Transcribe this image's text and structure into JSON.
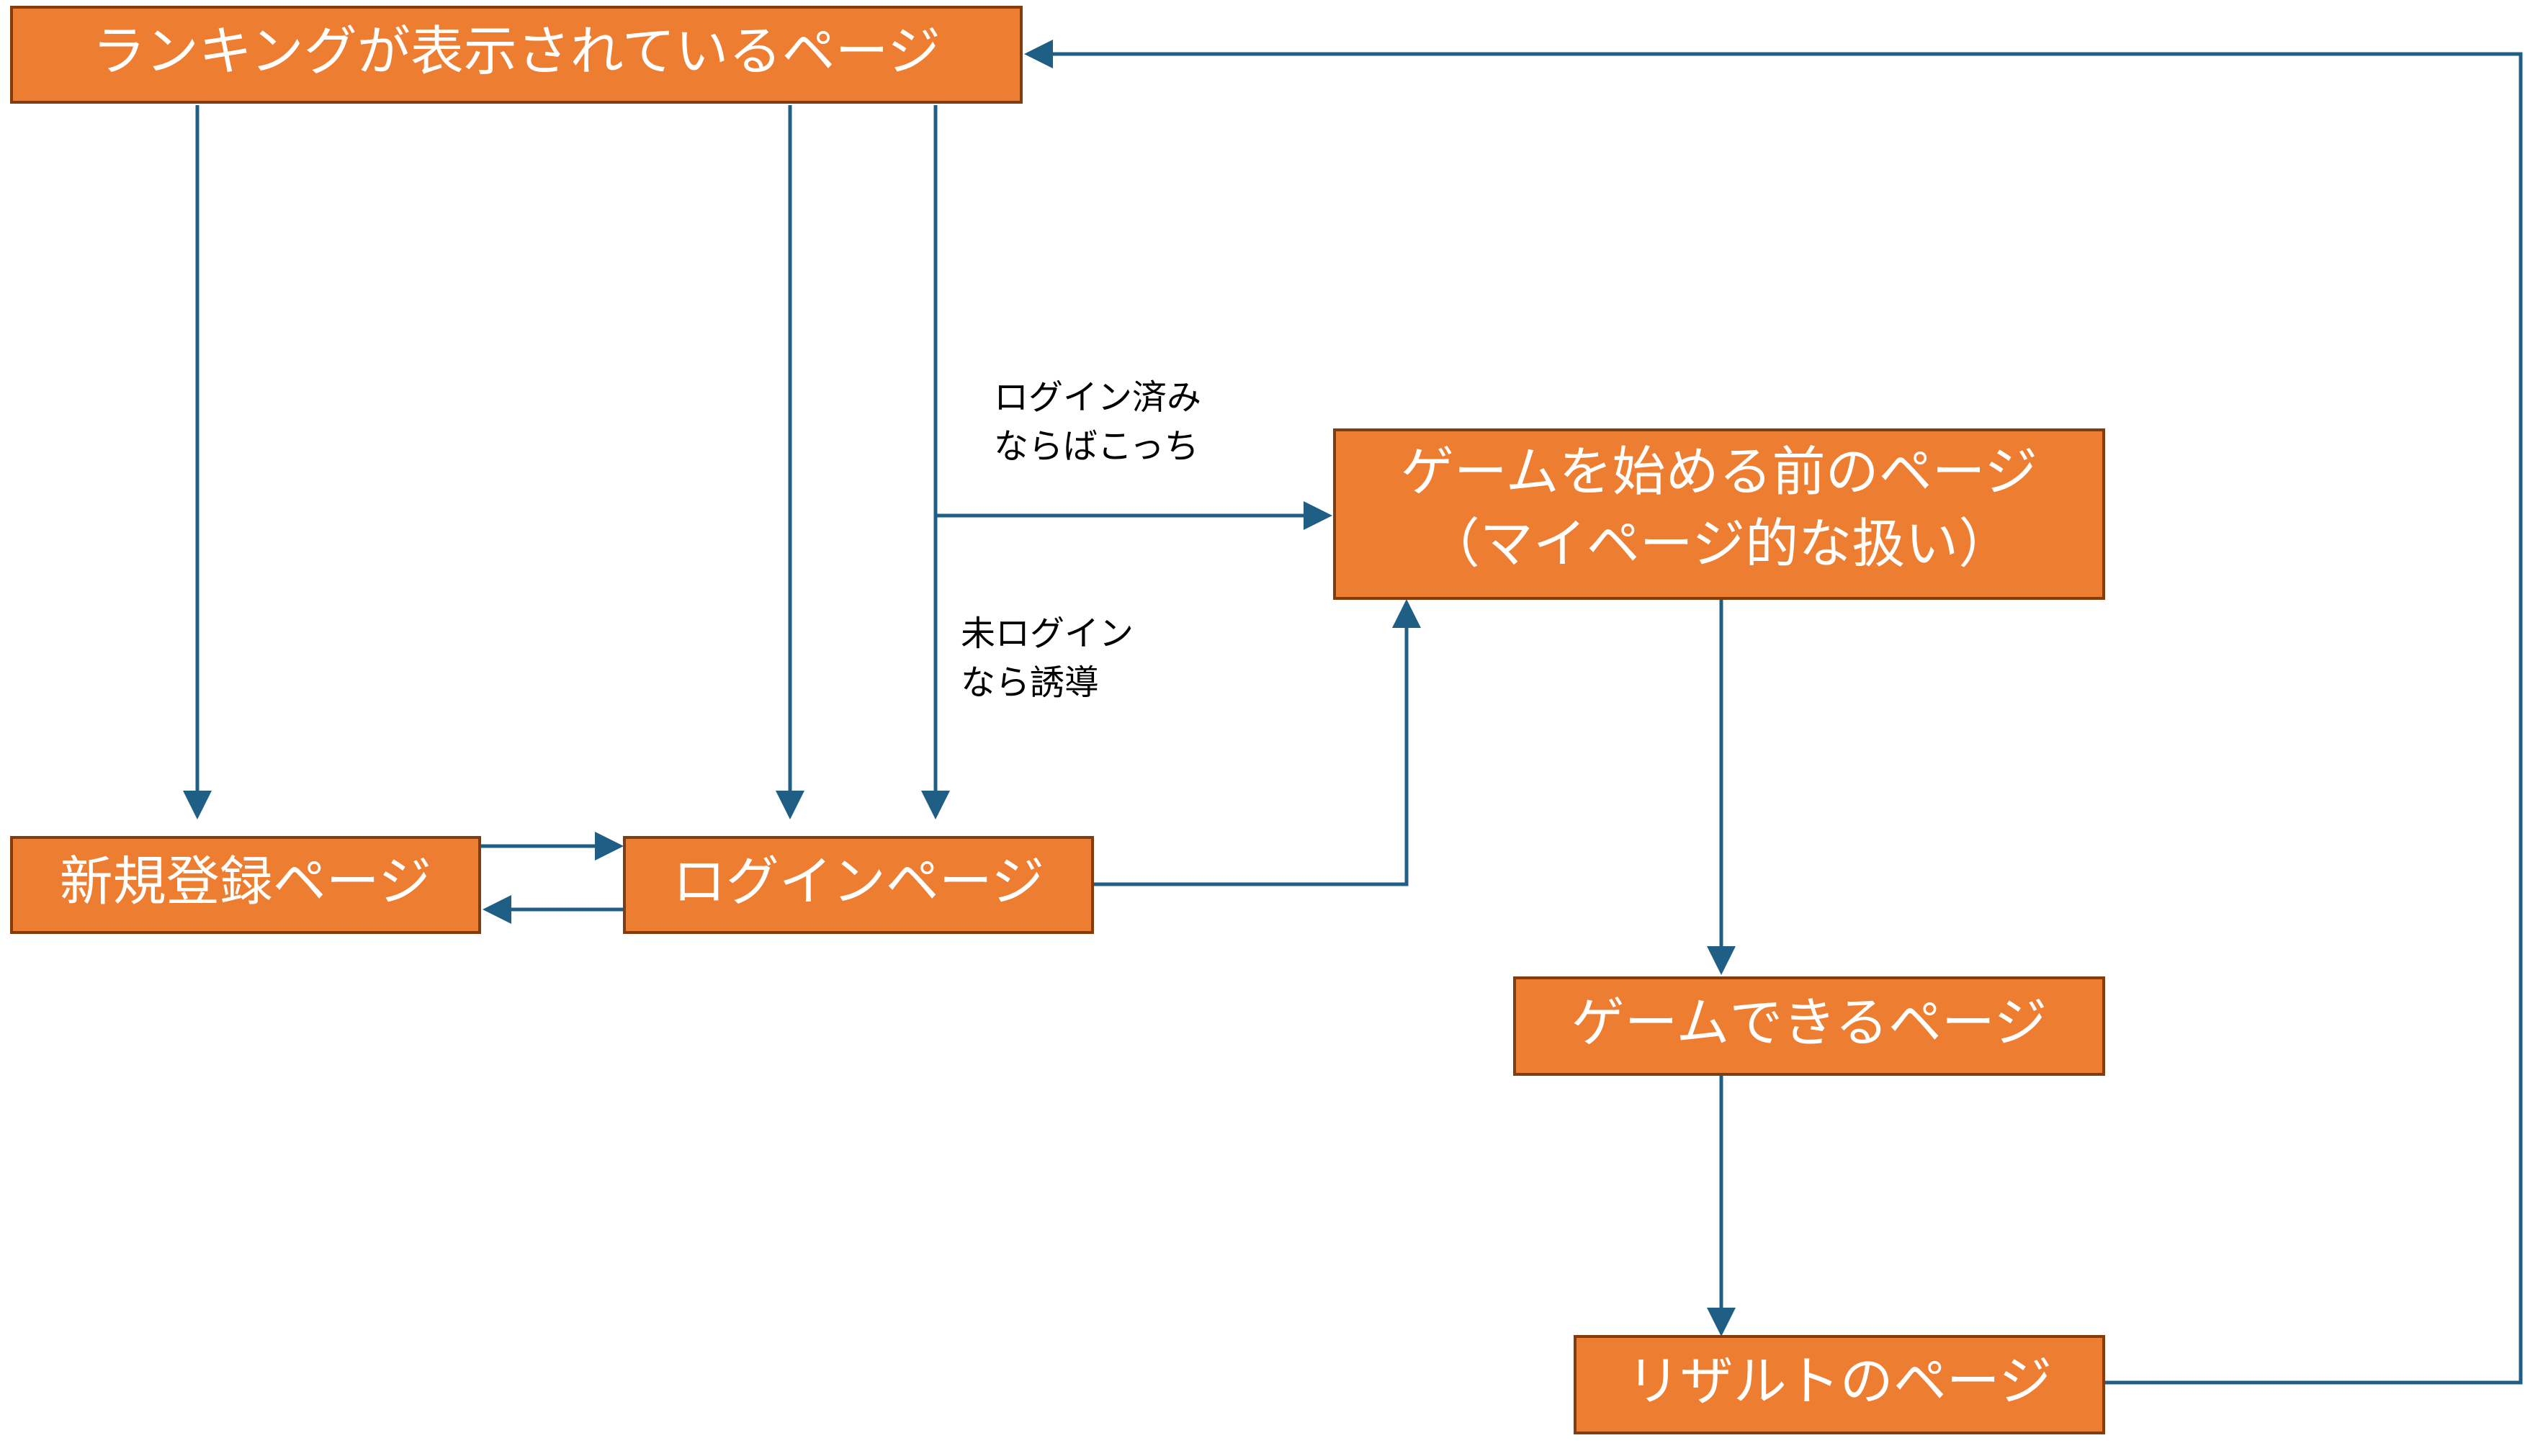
{
  "diagram": {
    "nodes": {
      "ranking": "ランキングが表示されているページ",
      "register": "新規登録ページ",
      "login": "ログインページ",
      "mypage": {
        "line1": "ゲームを始める前のページ",
        "line2": "（マイページ的な扱い）"
      },
      "game": "ゲームできるページ",
      "result": "リザルトのページ"
    },
    "notes": {
      "logged_in": {
        "line1": "ログイン済み",
        "line2": "ならばこっち"
      },
      "not_logged_in": {
        "line1": "未ログイン",
        "line2": "なら誘導"
      }
    }
  },
  "colors": {
    "node_fill": "#ED7D31",
    "node_border": "#843C0C",
    "node_text": "#FFFFFF",
    "edge": "#1F5F86",
    "note_text": "#000000"
  }
}
